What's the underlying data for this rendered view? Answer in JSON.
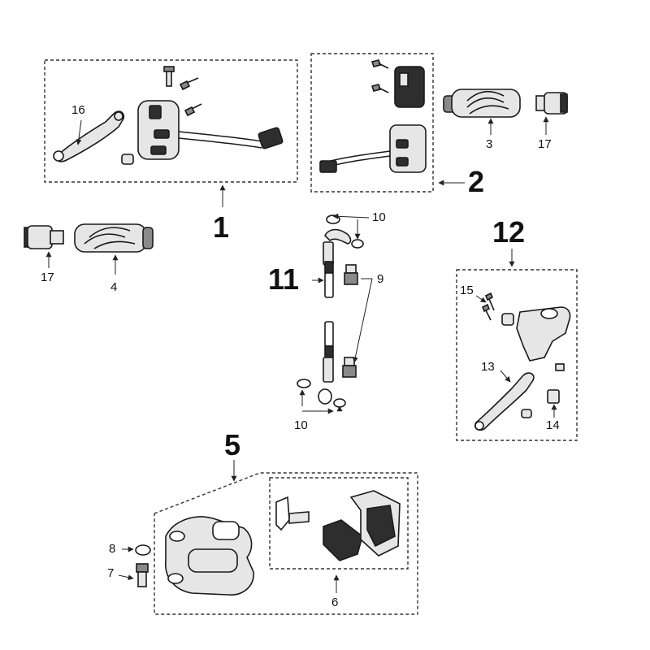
{
  "labels": {
    "group_1": "1",
    "group_2": "2",
    "group_5": "5",
    "group_11": "11",
    "group_12": "12",
    "part_3": "3",
    "part_4": "4",
    "part_6": "6",
    "part_7": "7",
    "part_8": "8",
    "part_9": "9",
    "part_10_top": "10",
    "part_10_bottom": "10",
    "part_13": "13",
    "part_14": "14",
    "part_15": "15",
    "part_16": "16",
    "part_17_right": "17",
    "part_17_left": "17"
  },
  "colors": {
    "ink": "#1a1a1a",
    "shade_dark": "#2e2e2e",
    "shade_mid": "#8a8a8a",
    "shade_light": "#e6e6e6",
    "background": "#ffffff"
  }
}
